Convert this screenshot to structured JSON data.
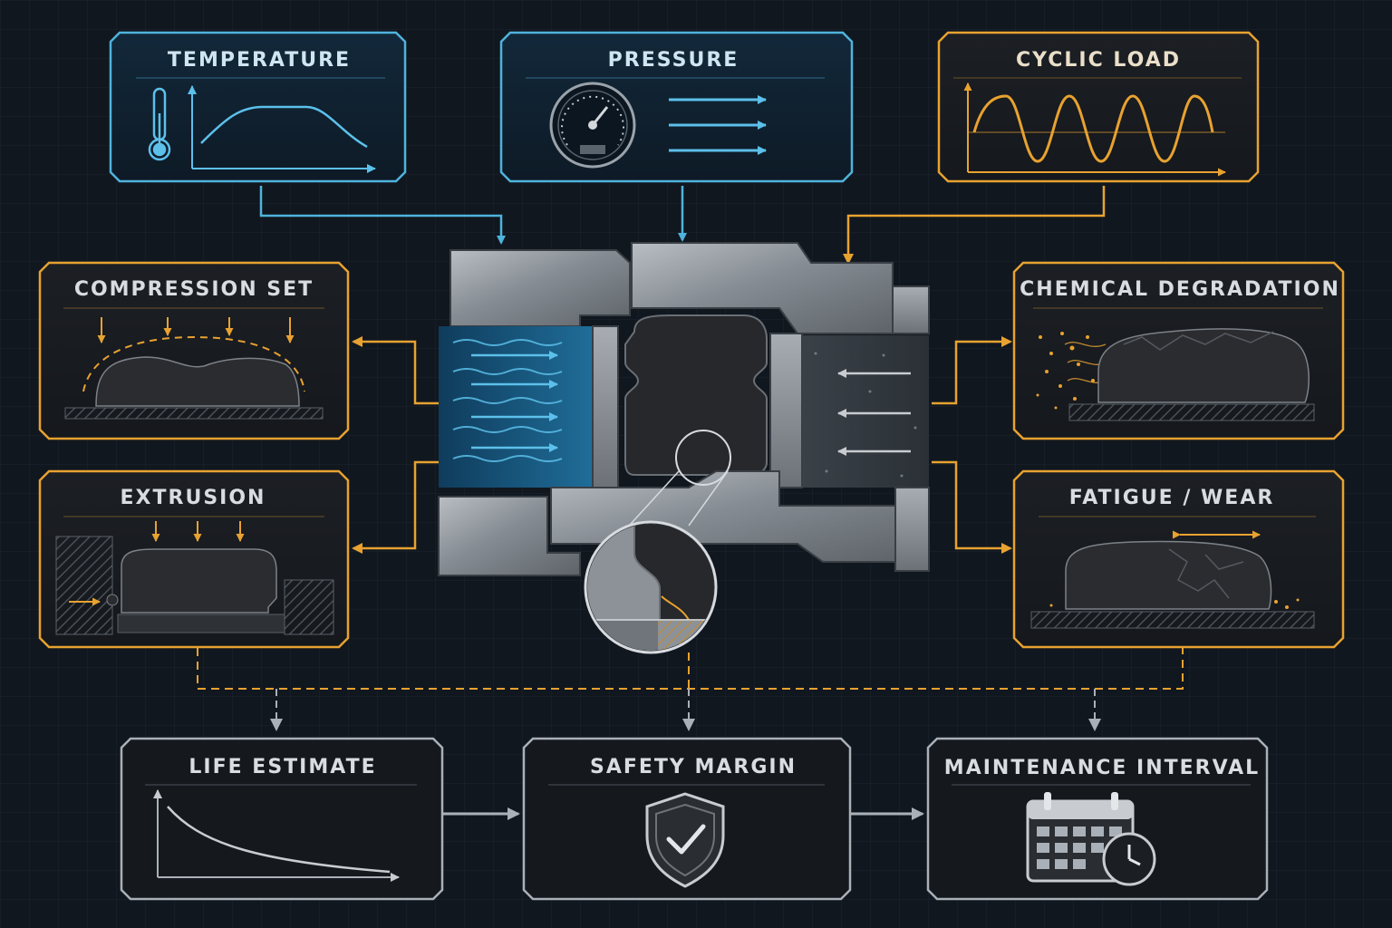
{
  "inputs": {
    "temperature": "TEMPERATURE",
    "pressure": "PRESSURE",
    "cyclic_load": "CYCLIC LOAD"
  },
  "failure_modes": {
    "compression_set": "COMPRESSION SET",
    "extrusion": "EXTRUSION",
    "chemical_degradation": "CHEMICAL DEGRADATION",
    "fatigue_wear": "FATIGUE / WEAR"
  },
  "outputs": {
    "life_estimate": "LIFE ESTIMATE",
    "safety_margin": "SAFETY MARGIN",
    "maintenance_interval": "MAINTENANCE INTERVAL"
  },
  "colors": {
    "background": "#11171f",
    "input_blue": "#4fb3dc",
    "mode_amber": "#e8a230",
    "output_grey": "#a9b0b8",
    "metal": "#8f969e",
    "elastomer": "#26282b"
  },
  "icons": {
    "temperature": "thermometer-icon",
    "pressure": "gauge-icon",
    "safety_margin": "shield-check-icon",
    "maintenance_interval": "calendar-clock-icon"
  }
}
